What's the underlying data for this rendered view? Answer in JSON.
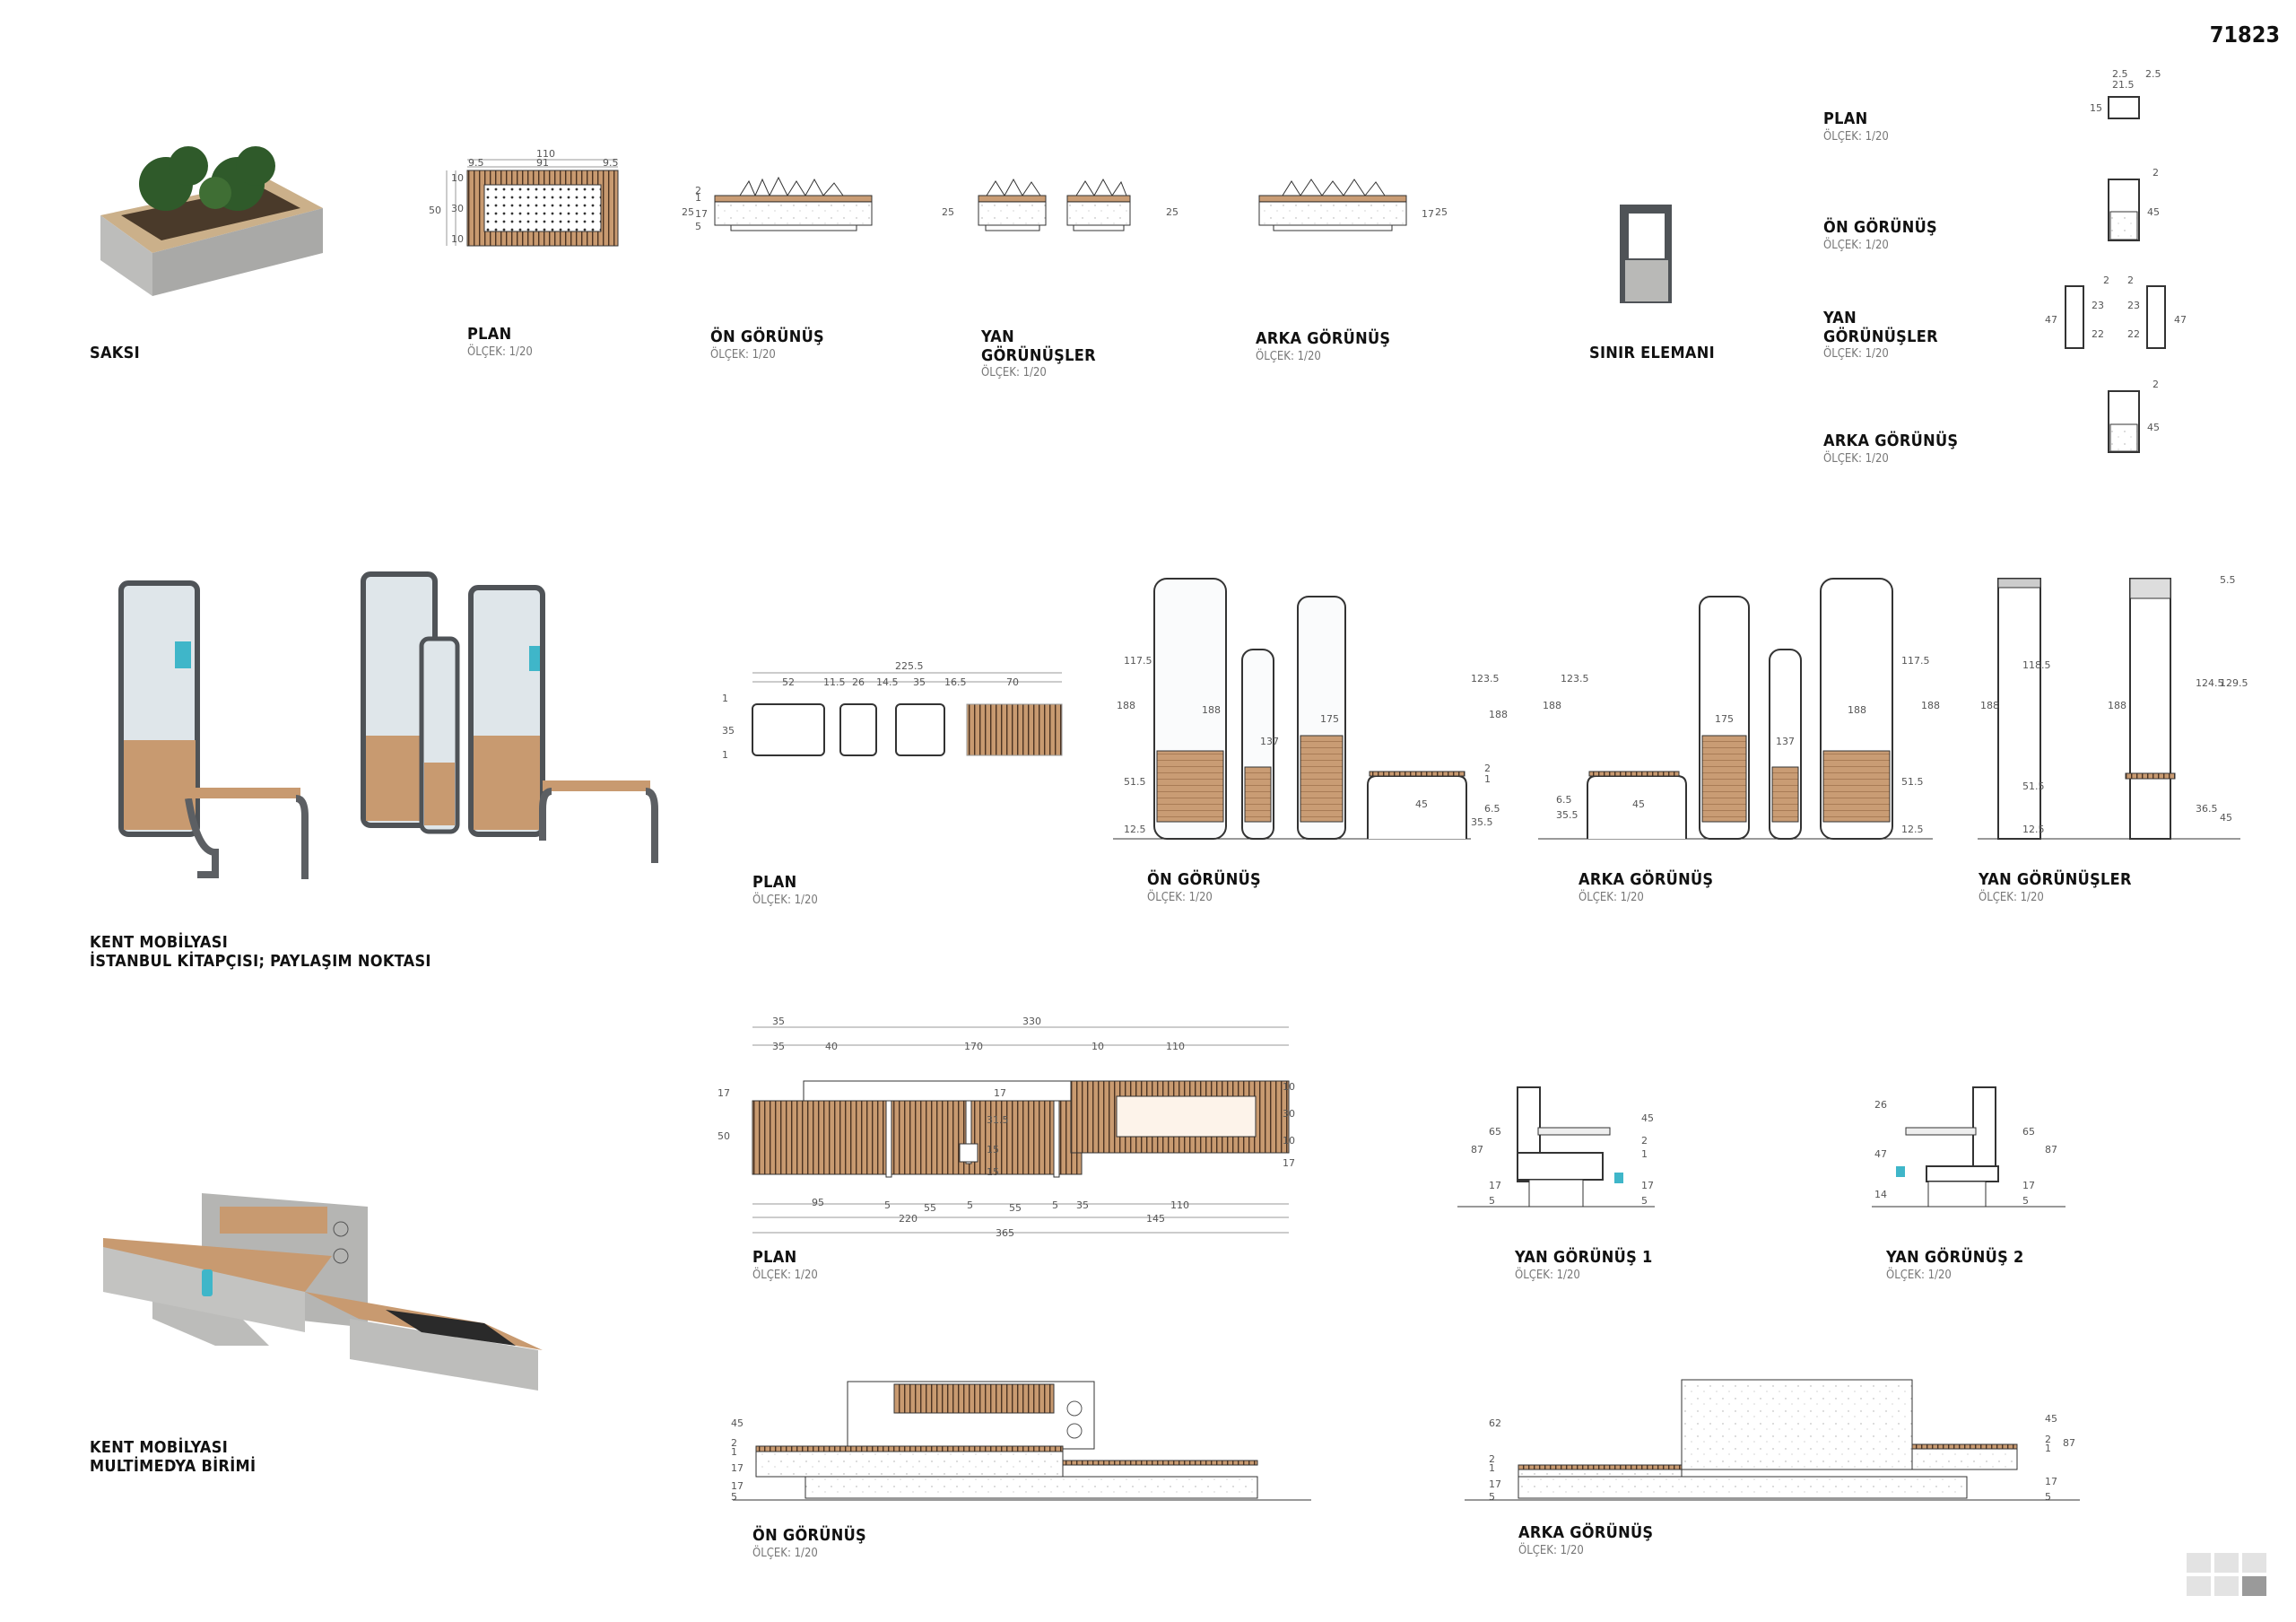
{
  "sheet_number": "71823",
  "colors": {
    "wood": "#c89a70",
    "concrete": "#c9c9c7",
    "metal": "#5c5f63",
    "glass": "#dde8ee",
    "accent": "#3fb6c9"
  },
  "planter": {
    "title": "SAKSI",
    "views": [
      {
        "title": "PLAN",
        "scale": "ÖLÇEK: 1/20"
      },
      {
        "title": "ÖN GÖRÜNÜŞ",
        "scale": "ÖLÇEK: 1/20"
      },
      {
        "title": "YAN GÖRÜNÜŞLER",
        "scale": "ÖLÇEK: 1/20"
      },
      {
        "title": "ARKA GÖRÜNÜŞ",
        "scale": "ÖLÇEK: 1/20"
      }
    ],
    "plan_dims": [
      "110",
      "9.5",
      "91",
      "9.5",
      "50",
      "10",
      "30",
      "10"
    ],
    "elev_dims": [
      "25",
      "17",
      "5",
      "1",
      "2"
    ]
  },
  "border": {
    "title": "SINIR ELEMANI",
    "views": [
      {
        "title": "PLAN",
        "scale": "ÖLÇEK: 1/20"
      },
      {
        "title": "ÖN GÖRÜNÜŞ",
        "scale": "ÖLÇEK: 1/20"
      },
      {
        "title": "YAN GÖRÜNÜŞLER",
        "scale": "ÖLÇEK: 1/20"
      },
      {
        "title": "ARKA GÖRÜNÜŞ",
        "scale": "ÖLÇEK: 1/20"
      }
    ],
    "plan_dims": [
      "2.5",
      "21.5",
      "2.5",
      "15"
    ],
    "front_dims": [
      "2",
      "45"
    ],
    "side_dims": [
      "47",
      "23",
      "22",
      "2",
      "2",
      "23",
      "22",
      "47"
    ],
    "back_dims": [
      "2",
      "45"
    ]
  },
  "bookshelf": {
    "title_line1": "KENT MOBİLYASI",
    "title_line2": "İSTANBUL KİTAPÇISI; PAYLAŞIM NOKTASI",
    "views": [
      {
        "title": "PLAN",
        "scale": "ÖLÇEK: 1/20"
      },
      {
        "title": "ÖN GÖRÜNÜŞ",
        "scale": "ÖLÇEK: 1/20"
      },
      {
        "title": "ARKA GÖRÜNÜŞ",
        "scale": "ÖLÇEK: 1/20"
      },
      {
        "title": "YAN GÖRÜNÜŞLER",
        "scale": "ÖLÇEK: 1/20"
      }
    ],
    "plan_dims": [
      "225.5",
      "52",
      "11.5",
      "26",
      "14.5",
      "35",
      "16.5",
      "70",
      "35",
      "1",
      "1"
    ],
    "front_dims": [
      "188",
      "117.5",
      "51.5",
      "12.5",
      "188",
      "137",
      "175",
      "45",
      "123.5",
      "188",
      "2",
      "1",
      "6.5",
      "35.5"
    ],
    "back_dims": [
      "188",
      "123.5",
      "6.5",
      "35.5",
      "45",
      "175",
      "137",
      "188",
      "117.5",
      "188",
      "51.5",
      "12.5"
    ],
    "side_dims": [
      "188",
      "118.5",
      "51.5",
      "12.5",
      "188",
      "124.5",
      "129.5",
      "36.5",
      "45",
      "5.5"
    ]
  },
  "multimedia": {
    "title_line1": "KENT MOBİLYASI",
    "title_line2": "MULTİMEDYA BİRİMİ",
    "views": [
      {
        "title": "PLAN",
        "scale": "ÖLÇEK: 1/20"
      },
      {
        "title": "YAN GÖRÜNÜŞ 1",
        "scale": "ÖLÇEK: 1/20"
      },
      {
        "title": "YAN GÖRÜNÜŞ 2",
        "scale": "ÖLÇEK: 1/20"
      },
      {
        "title": "ÖN GÖRÜNÜŞ",
        "scale": "ÖLÇEK: 1/20"
      },
      {
        "title": "ARKA GÖRÜNÜŞ",
        "scale": "ÖLÇEK: 1/20"
      }
    ],
    "plan_dims_top": [
      "35",
      "330",
      "35",
      "40",
      "170",
      "10",
      "110"
    ],
    "plan_dims_bottom": [
      "95",
      "5",
      "55",
      "5",
      "55",
      "5",
      "35",
      "110",
      "220",
      "145",
      "365"
    ],
    "plan_dims_side": [
      "17",
      "50",
      "17",
      "31.5",
      "15",
      "15",
      "10",
      "30",
      "10",
      "17"
    ],
    "side1_dims": [
      "87",
      "65",
      "17",
      "5",
      "45",
      "2",
      "1",
      "17",
      "5"
    ],
    "side2_dims": [
      "26",
      "47",
      "14",
      "65",
      "87",
      "17",
      "5"
    ],
    "front_dims": [
      "45",
      "2",
      "1",
      "17",
      "17",
      "5"
    ],
    "back_dims": [
      "62",
      "2",
      "1",
      "17",
      "5",
      "45",
      "2",
      "1",
      "87",
      "17",
      "5"
    ]
  }
}
